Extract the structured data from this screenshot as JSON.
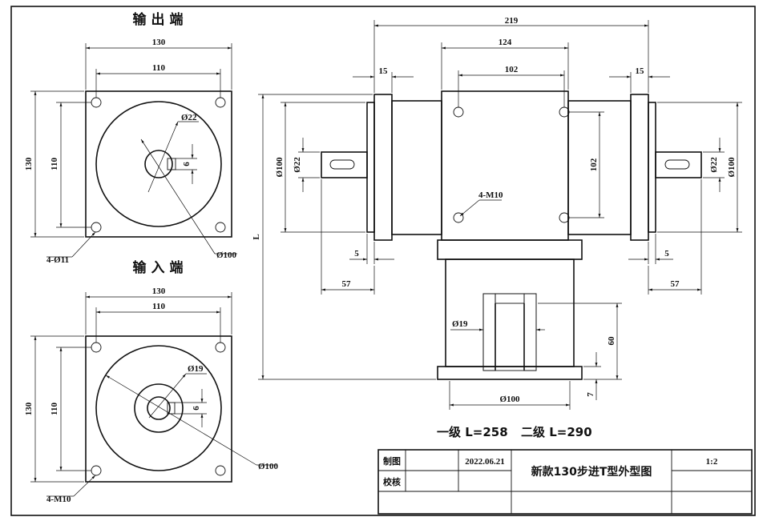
{
  "views": {
    "output_end": {
      "title": "输出端",
      "dims": {
        "width_outer": "130",
        "width_holes": "110",
        "height_outer": "130",
        "height_holes": "110",
        "shaft_dia": "Ø22",
        "key": "6",
        "pilot_dia": "Ø100",
        "holes": "4-Ø11"
      }
    },
    "input_end": {
      "title": "输入端",
      "dims": {
        "width_outer": "130",
        "width_holes": "110",
        "height_outer": "130",
        "height_holes": "110",
        "bore_dia": "Ø19",
        "key": "6",
        "pilot_dia": "Ø100",
        "holes": "4-M10"
      }
    },
    "side_view": {
      "dims": {
        "total_length": "219",
        "body_width": "124",
        "hole_spacing_h": "102",
        "hole_spacing_v": "102",
        "flange_thk_left": "15",
        "flange_thk_right": "15",
        "pilot_left": "Ø100",
        "shaft_left": "Ø22",
        "pilot_right": "Ø100",
        "shaft_right": "Ø22",
        "holes": "4-M10",
        "spigot_left": "5",
        "spigot_right": "5",
        "shaft_len_left": "57",
        "shaft_len_right": "57",
        "height_label": "L",
        "bore": "Ø19",
        "bore_depth": "60",
        "base_dia": "Ø100",
        "base_thk": "7"
      }
    }
  },
  "note": {
    "stage1": "一级 L=258",
    "stage2": "二级 L=290"
  },
  "title_block": {
    "drawn_label": "制图",
    "checked_label": "校核",
    "date": "2022.06.21",
    "drawing_title": "新款130步进T型外型图",
    "scale": "1:2"
  }
}
